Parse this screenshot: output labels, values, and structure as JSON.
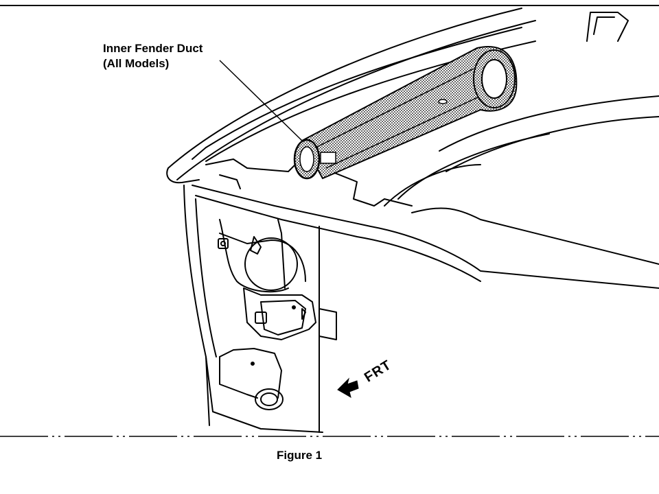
{
  "diagram": {
    "callout": {
      "line1": "Inner Fender Duct",
      "line2": "(All Models)"
    },
    "direction_label": "FRT",
    "caption": "Figure 1",
    "icons": [
      "arrow-left-icon"
    ]
  }
}
